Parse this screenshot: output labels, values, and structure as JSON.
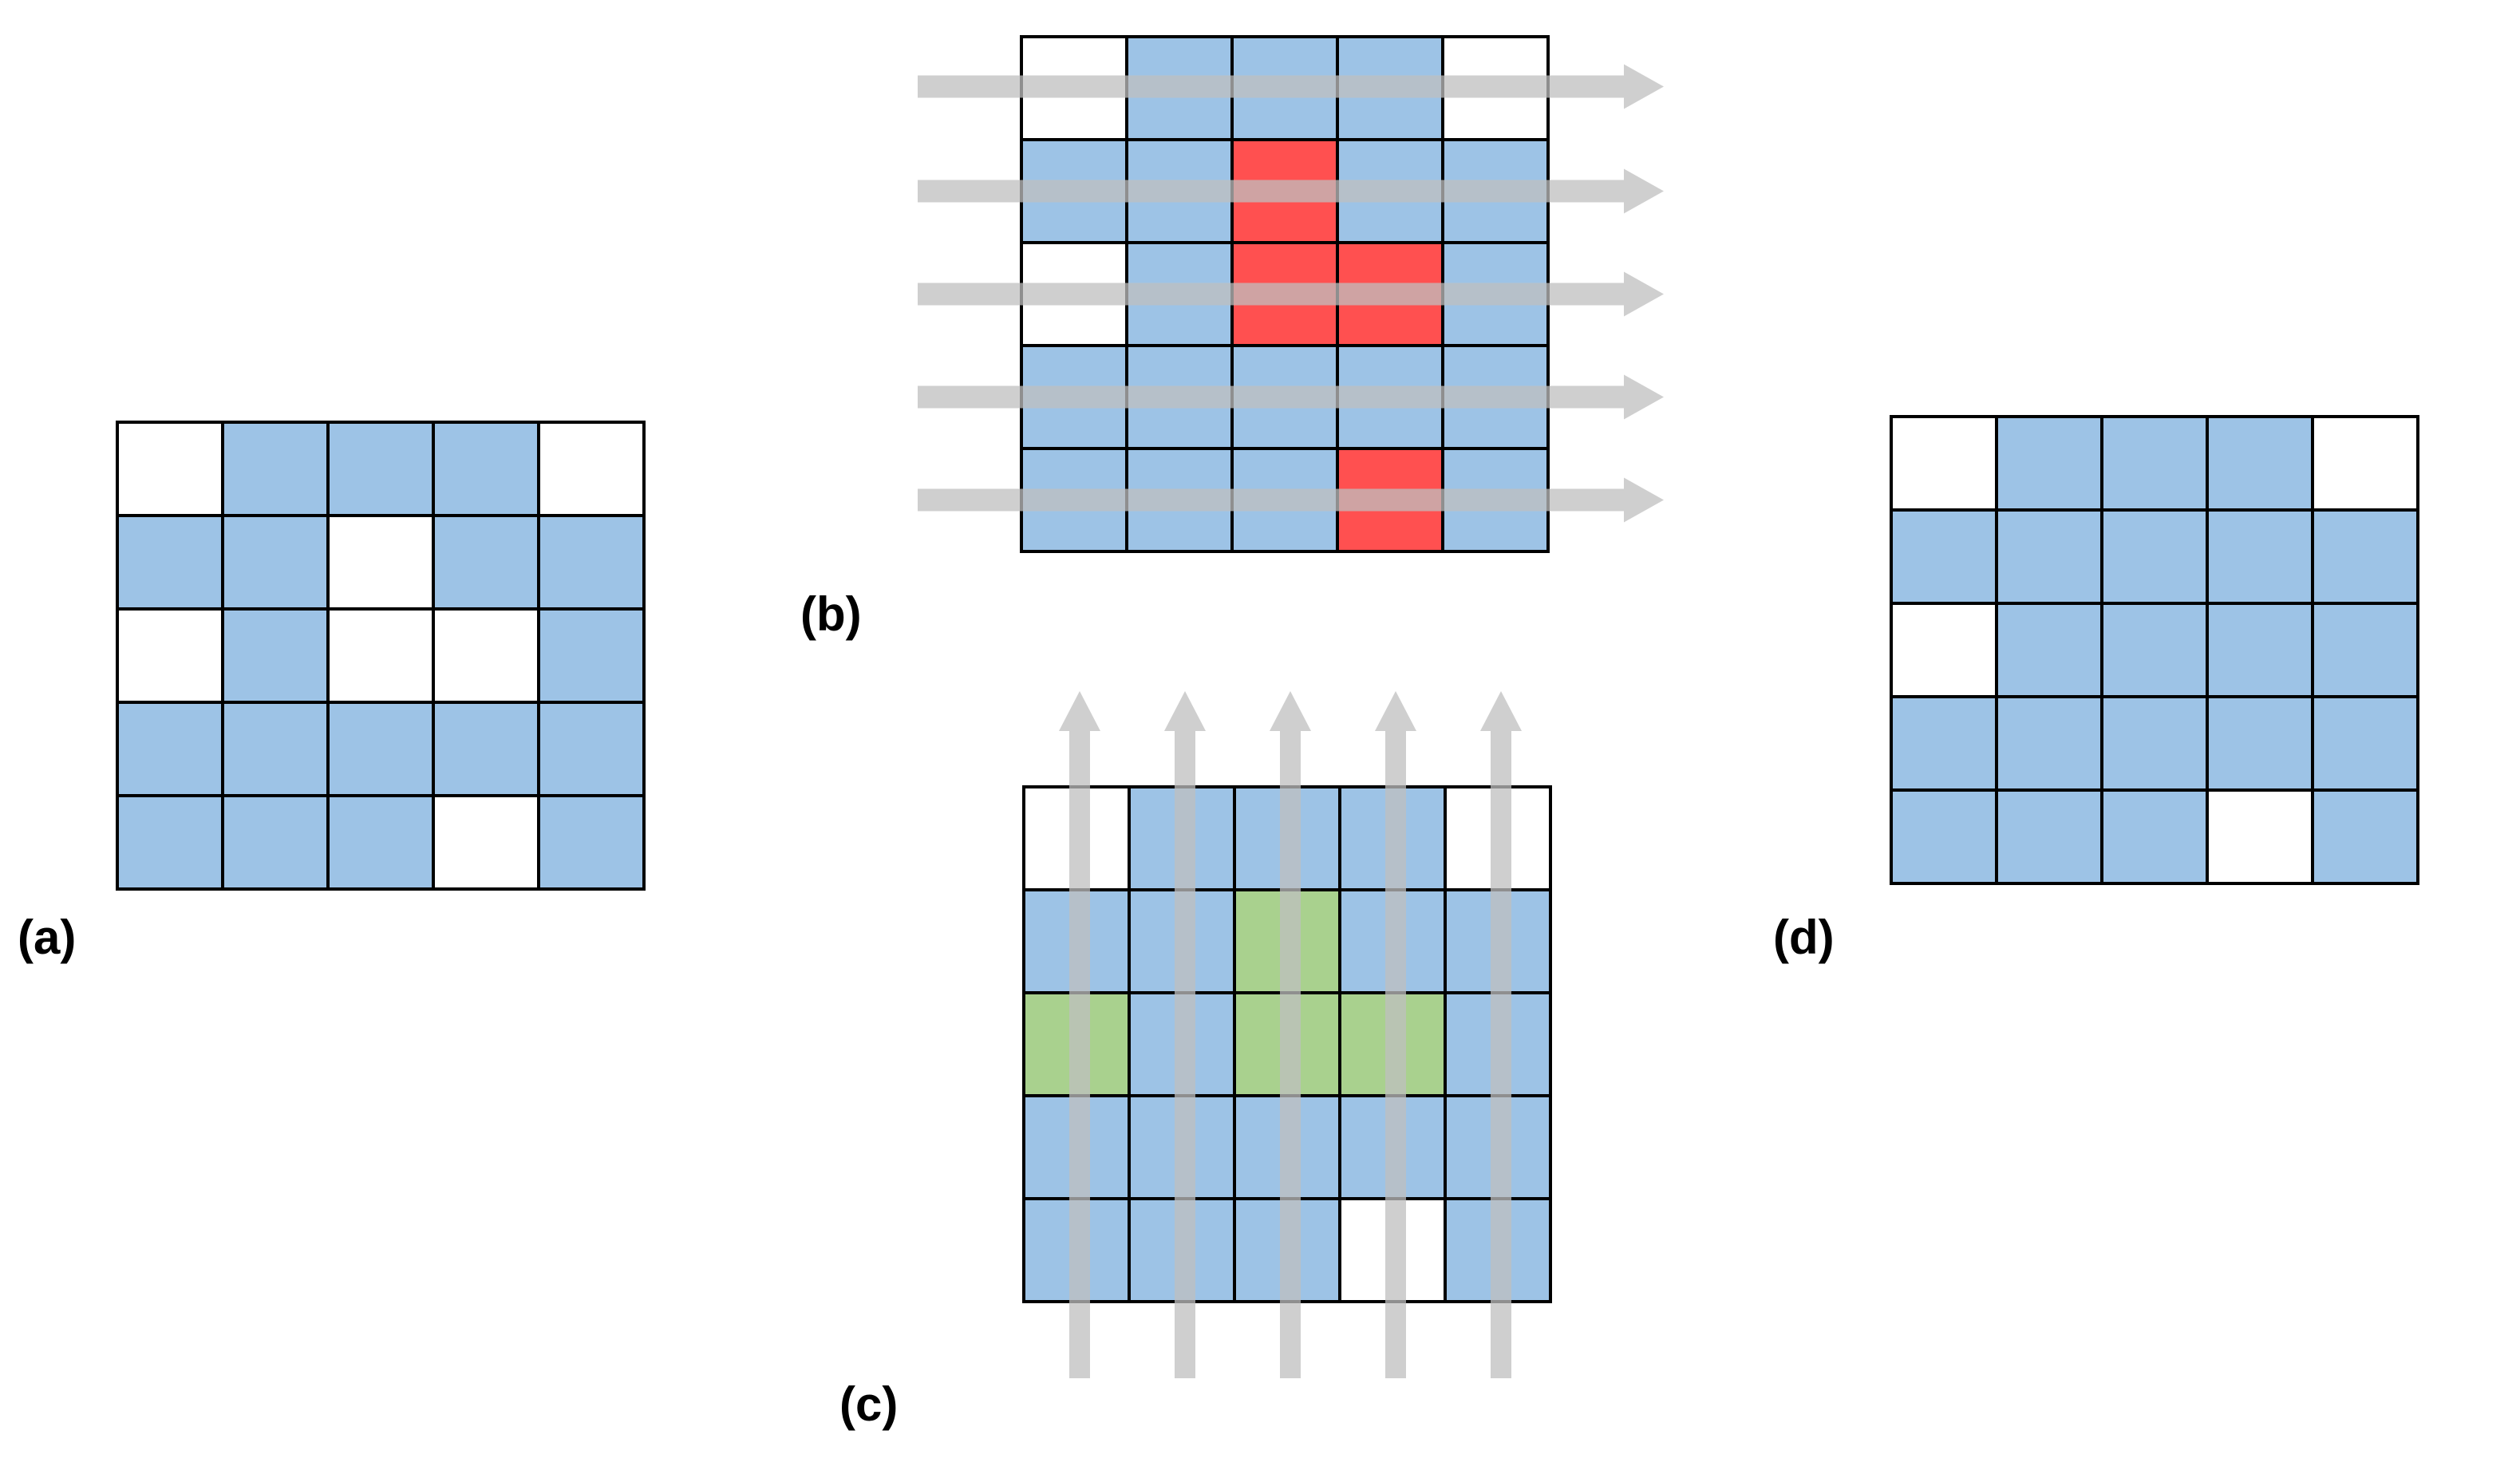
{
  "colors": {
    "empty": "#ffffff",
    "blue": "#9dc3e6",
    "red": "#ff5050",
    "green": "#a9d18e",
    "grid_line": "#000000",
    "arrow": "#bfbfbf"
  },
  "panels": {
    "a": {
      "label": "(a)",
      "grid": [
        [
          "W",
          "B",
          "B",
          "B",
          "W"
        ],
        [
          "B",
          "B",
          "W",
          "B",
          "B"
        ],
        [
          "W",
          "B",
          "W",
          "W",
          "B"
        ],
        [
          "B",
          "B",
          "B",
          "B",
          "B"
        ],
        [
          "B",
          "B",
          "B",
          "W",
          "B"
        ]
      ]
    },
    "b": {
      "label": "(b)",
      "arrow_direction": "right",
      "arrow_count": 5,
      "grid": [
        [
          "W",
          "B",
          "B",
          "B",
          "W"
        ],
        [
          "B",
          "B",
          "R",
          "B",
          "B"
        ],
        [
          "W",
          "B",
          "R",
          "R",
          "B"
        ],
        [
          "B",
          "B",
          "B",
          "B",
          "B"
        ],
        [
          "B",
          "B",
          "B",
          "R",
          "B"
        ]
      ]
    },
    "c": {
      "label": "(c)",
      "arrow_direction": "up",
      "arrow_count": 5,
      "grid": [
        [
          "W",
          "B",
          "B",
          "B",
          "W"
        ],
        [
          "B",
          "B",
          "G",
          "B",
          "B"
        ],
        [
          "G",
          "B",
          "G",
          "G",
          "B"
        ],
        [
          "B",
          "B",
          "B",
          "B",
          "B"
        ],
        [
          "B",
          "B",
          "B",
          "W",
          "B"
        ]
      ]
    },
    "d": {
      "label": "(d)",
      "grid": [
        [
          "W",
          "B",
          "B",
          "B",
          "W"
        ],
        [
          "B",
          "B",
          "B",
          "B",
          "B"
        ],
        [
          "W",
          "B",
          "B",
          "B",
          "B"
        ],
        [
          "B",
          "B",
          "B",
          "B",
          "B"
        ],
        [
          "B",
          "B",
          "B",
          "W",
          "B"
        ]
      ]
    }
  }
}
